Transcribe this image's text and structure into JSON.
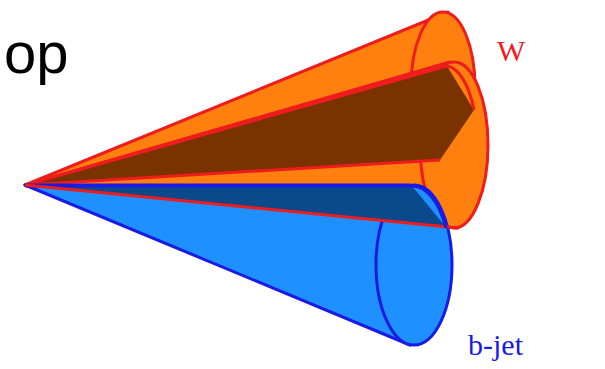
{
  "diagram": {
    "labels": [
      "op",
      "W",
      "b-jet"
    ]
  }
}
